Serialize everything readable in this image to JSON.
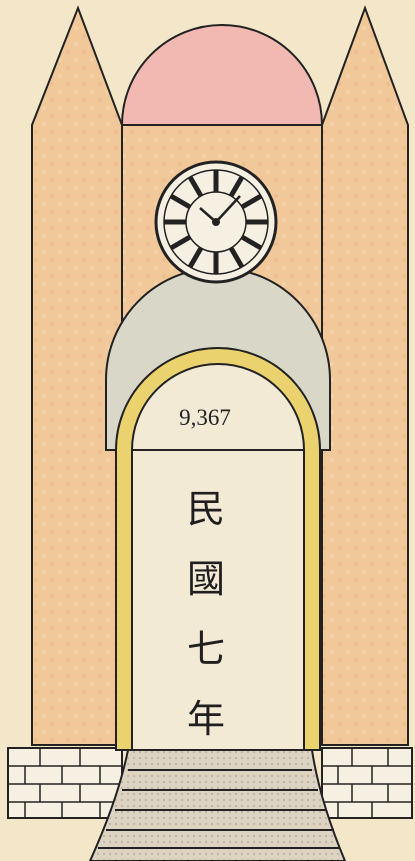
{
  "monument": {
    "number_label": "9,367",
    "year_chars": [
      "民",
      "國",
      "七",
      "年"
    ]
  },
  "colors": {
    "background": "#f3e6c9",
    "tower": "#f1c89a",
    "dome": "#f2b9b3",
    "arch_outer": "#d9d8c8",
    "arch_inner": "#ead36f",
    "panel": "#f3ead6",
    "steps": "#dcd3c3",
    "outline": "#222222"
  },
  "icons": {
    "clock": "clock-face-icon"
  }
}
